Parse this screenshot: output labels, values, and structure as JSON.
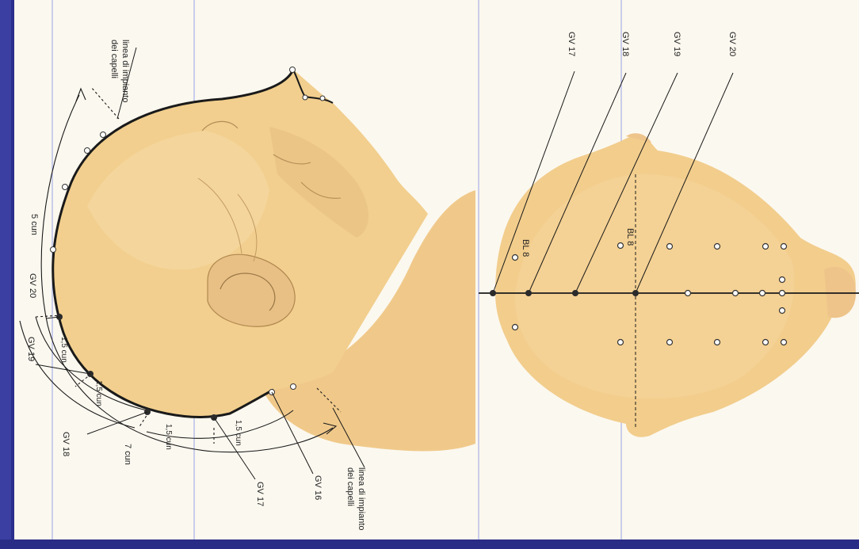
{
  "side_view": {
    "hairline_front": [
      "linea di impianto",
      "dei capelli"
    ],
    "hairline_back": [
      "linea di impianto",
      "dei capelli"
    ],
    "measure_5": "5 cun",
    "measure_7": "7 cun",
    "measure_15a": "1,5 cun",
    "measure_15b": "1,5 cun",
    "measure_15c": "1,5 cun",
    "measure_15d": "1,5 cun",
    "points": [
      "GV 20",
      "GV 19",
      "GV 18",
      "GV 17",
      "GV 16"
    ]
  },
  "top_view": {
    "points": [
      "GV 17",
      "GV 18",
      "GV 19",
      "GV 20"
    ],
    "bl_left": "BL 8",
    "bl_right": "BL 8"
  },
  "colors": {
    "skin": "#f2cf8e",
    "skin_shadow": "#d9b070",
    "outline": "#1a1a1a",
    "guide_line": "#8f98e0",
    "frame_blue": "#2a2f8e"
  }
}
